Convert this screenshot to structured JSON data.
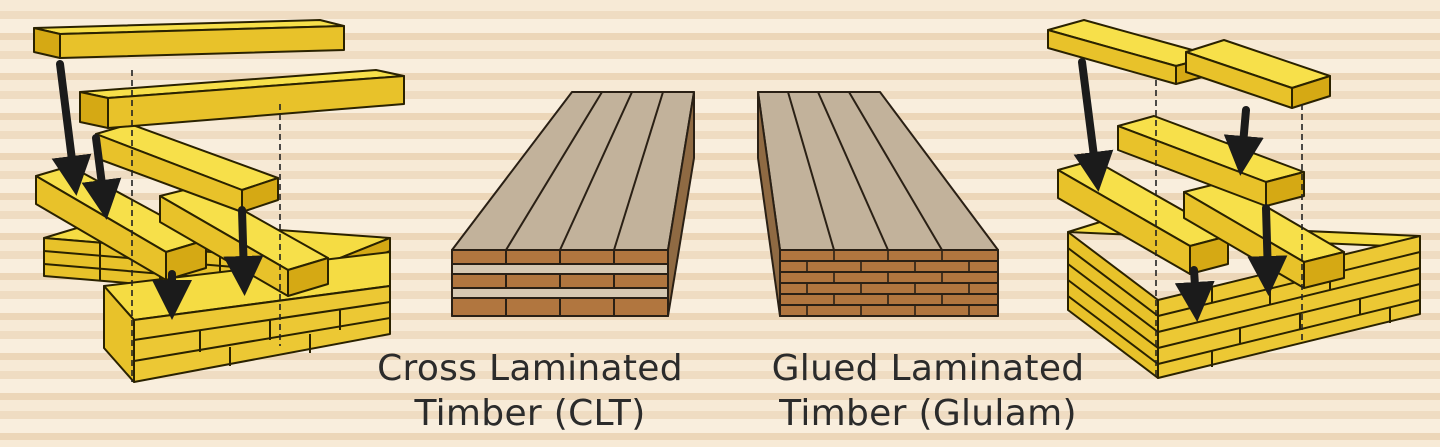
{
  "labels": {
    "clt": {
      "line1": "Cross Laminated",
      "line2": "Timber (CLT)"
    },
    "glulam": {
      "line1": "Glued Laminated",
      "line2": "Timber (Glulam)"
    }
  },
  "colors": {
    "yellow_top": "#f7e04a",
    "yellow_side": "#e8c22a",
    "yellow_dark": "#d5a914",
    "panel_top": "#c2b29b",
    "lamella": "#b1763f",
    "lamella_light": "#d6c8b2",
    "arrow": "#1b1b1b",
    "caption": "#2b2b2b"
  }
}
